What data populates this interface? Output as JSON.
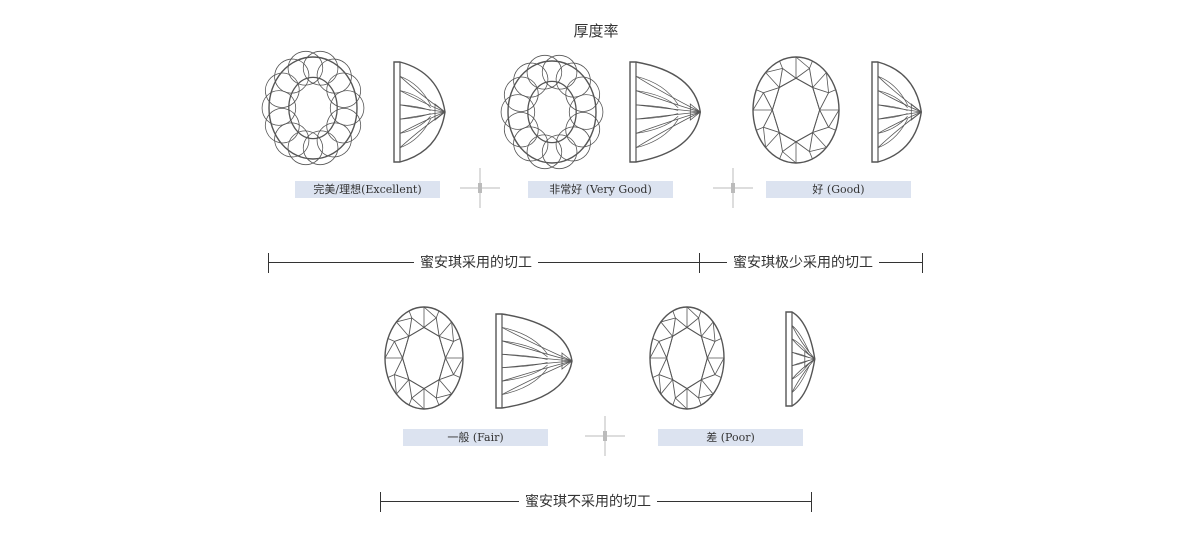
{
  "title": "厚度率",
  "cuts": [
    {
      "label": "完美/理想(Excellent)",
      "top_icon": "round-oval-top-view-icon",
      "side_icon": "gem-side-profile-icon"
    },
    {
      "label": "非常好 (Very Good)",
      "top_icon": "round-oval-top-view-icon",
      "side_icon": "gem-side-profile-icon"
    },
    {
      "label": "好 (Good)",
      "top_icon": "oval-brilliant-top-view-icon",
      "side_icon": "gem-side-profile-icon"
    },
    {
      "label": "一般 (Fair)",
      "top_icon": "oval-brilliant-top-view-icon",
      "side_icon": "gem-side-profile-icon"
    },
    {
      "label": "差 (Poor)",
      "top_icon": "oval-brilliant-top-view-icon",
      "side_icon": "gem-side-profile-icon"
    }
  ],
  "brackets": {
    "used": "蜜安琪采用的切工",
    "rarely_used": "蜜安琪极少采用的切工",
    "not_used": "蜜安琪不采用的切工"
  },
  "colors": {
    "label_bg": "#dce3f0",
    "line": "#333333",
    "gem_stroke": "#555555",
    "crosshair": "#bbbbbb"
  }
}
